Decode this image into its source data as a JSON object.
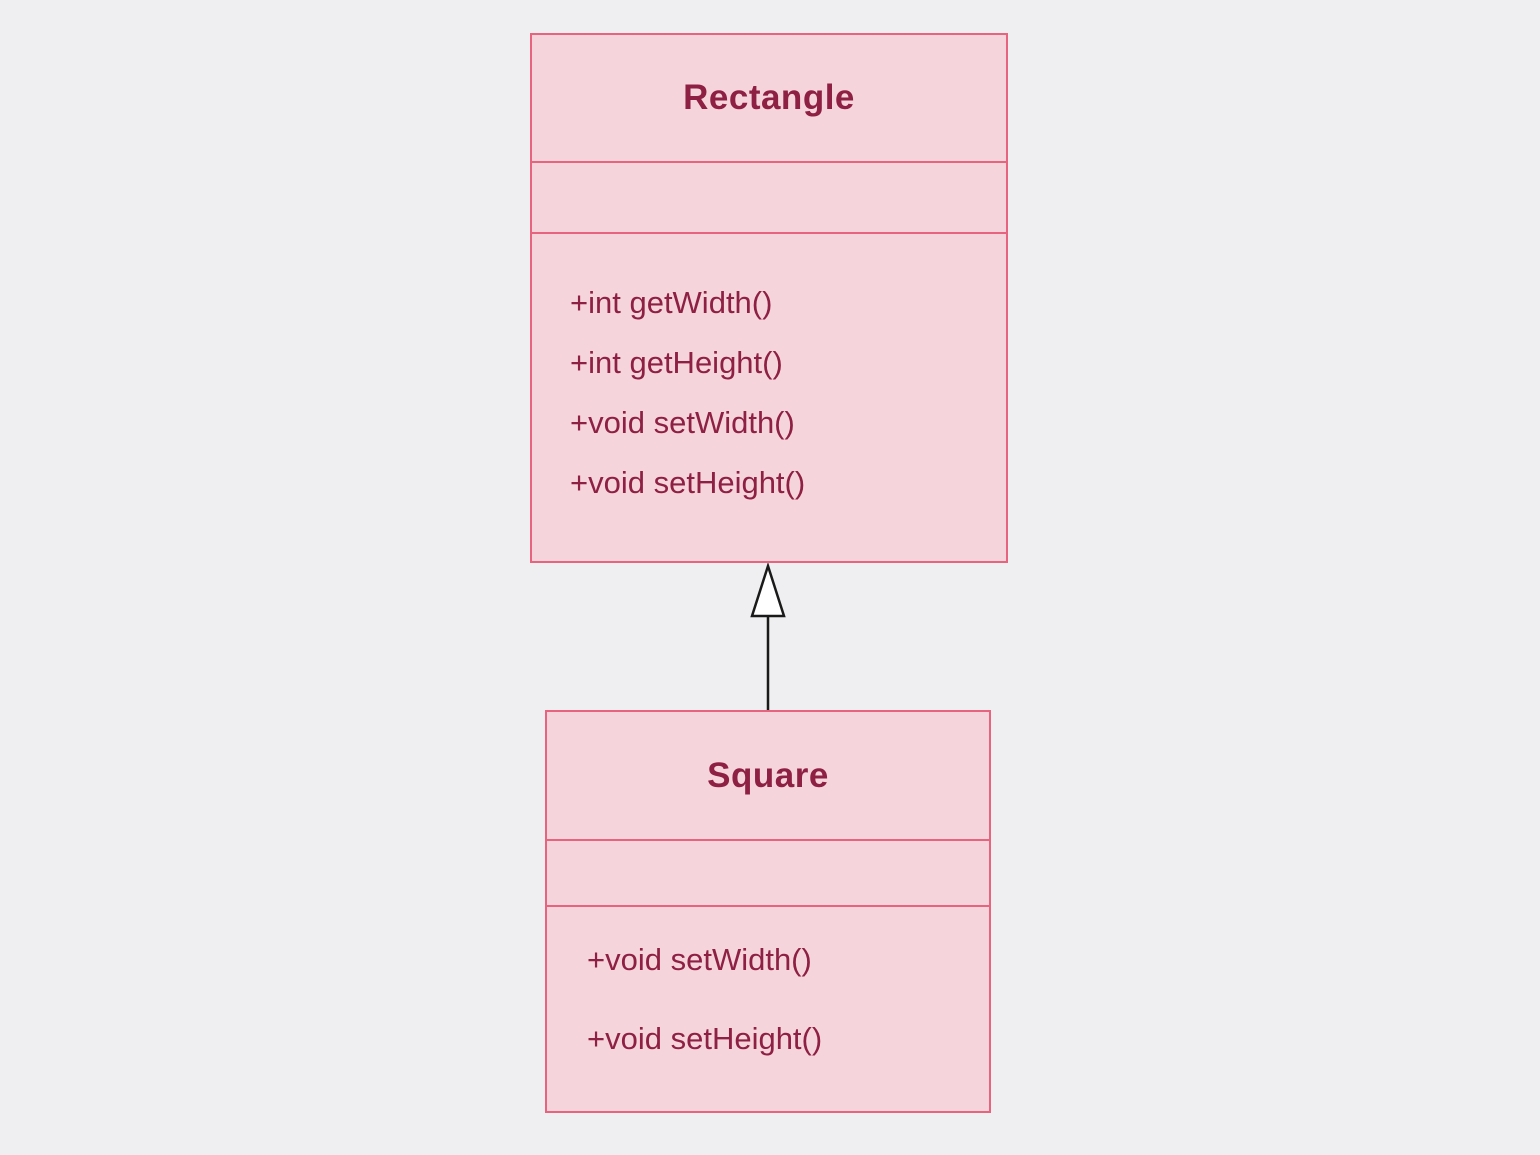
{
  "diagram": {
    "kind": "uml-class-diagram",
    "classes": [
      {
        "name": "Rectangle",
        "attributes": [],
        "methods": [
          "+int getWidth()",
          "+int getHeight()",
          "+void setWidth()",
          "+void setHeight()"
        ]
      },
      {
        "name": "Square",
        "attributes": [],
        "methods": [
          "+void setWidth()",
          "+void setHeight()"
        ]
      }
    ],
    "relationship": {
      "type": "inheritance",
      "from": "Square",
      "to": "Rectangle"
    },
    "colors": {
      "background": "#efeef0",
      "box_fill": "#f6d4dc",
      "box_border": "#e8637e",
      "text": "#8e2044",
      "arrow": "#1a1a1a"
    }
  }
}
